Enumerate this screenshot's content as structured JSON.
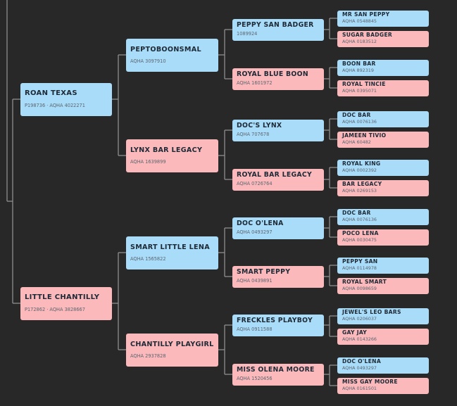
{
  "pedigree": [
    {
      "name": "ROAN TEXAS",
      "reg": "P198736 · AQHA 4022271",
      "sex": "sire"
    },
    {
      "name": "LITTLE CHANTILLY",
      "reg": "P172862 · AQHA 3828667",
      "sex": "dam"
    },
    {
      "name": "PEPTOBOONSMAL",
      "reg": "AQHA 3097910",
      "sex": "sire"
    },
    {
      "name": "LYNX BAR LEGACY",
      "reg": "AQHA 1639899",
      "sex": "dam"
    },
    {
      "name": "SMART LITTLE LENA",
      "reg": "AQHA 1565822",
      "sex": "sire"
    },
    {
      "name": "CHANTILLY PLAYGIRL",
      "reg": "AQHA 2937828",
      "sex": "dam"
    },
    {
      "name": "PEPPY SAN BADGER",
      "reg": "1089924",
      "sex": "sire"
    },
    {
      "name": "ROYAL BLUE BOON",
      "reg": "AQHA 1601972",
      "sex": "dam"
    },
    {
      "name": "DOC'S LYNX",
      "reg": "AQHA 707678",
      "sex": "sire"
    },
    {
      "name": "ROYAL BAR LEGACY",
      "reg": "AQHA 0726764",
      "sex": "dam"
    },
    {
      "name": "DOC O'LENA",
      "reg": "AQHA 0493297",
      "sex": "sire"
    },
    {
      "name": "SMART PEPPY",
      "reg": "AQHA 0439891",
      "sex": "dam"
    },
    {
      "name": "FRECKLES PLAYBOY",
      "reg": "AQHA 0911588",
      "sex": "sire"
    },
    {
      "name": "MISS OLENA MOORE",
      "reg": "AQHA 1520456",
      "sex": "dam"
    },
    {
      "name": "MR SAN PEPPY",
      "reg": "AQHA 0548845",
      "sex": "sire"
    },
    {
      "name": "SUGAR BADGER",
      "reg": "AQHA 0183512",
      "sex": "dam"
    },
    {
      "name": "BOON BAR",
      "reg": "AQHA 892319",
      "sex": "sire"
    },
    {
      "name": "ROYAL TINCIE",
      "reg": "AQHA 0395071",
      "sex": "dam"
    },
    {
      "name": "DOC BAR",
      "reg": "AQHA 0076136",
      "sex": "sire"
    },
    {
      "name": "JAMEEN TIVIO",
      "reg": "AQHA 60482",
      "sex": "dam"
    },
    {
      "name": "ROYAL KING",
      "reg": "AQHA 0002392",
      "sex": "sire"
    },
    {
      "name": "BAR LEGACY",
      "reg": "AQHA 0269153",
      "sex": "dam"
    },
    {
      "name": "DOC BAR",
      "reg": "AQHA 0076136",
      "sex": "sire"
    },
    {
      "name": "POCO LENA",
      "reg": "AQHA 0030475",
      "sex": "dam"
    },
    {
      "name": "PEPPY SAN",
      "reg": "AQHA 0114978",
      "sex": "sire"
    },
    {
      "name": "ROYAL SMART",
      "reg": "AQHA 0098659",
      "sex": "dam"
    },
    {
      "name": "JEWEL'S LEO BARS",
      "reg": "AQHA 0206037",
      "sex": "sire"
    },
    {
      "name": "GAY JAY",
      "reg": "AQHA 0143266",
      "sex": "dam"
    },
    {
      "name": "DOC O'LENA",
      "reg": "AQHA 0493297",
      "sex": "sire"
    },
    {
      "name": "MISS GAY MOORE",
      "reg": "AQHA 0161501",
      "sex": "dam"
    }
  ],
  "colors": {
    "background": "#282828",
    "sire": "#a9dcf9",
    "dam": "#fbb9bb",
    "connector": "#8e8e8e"
  }
}
